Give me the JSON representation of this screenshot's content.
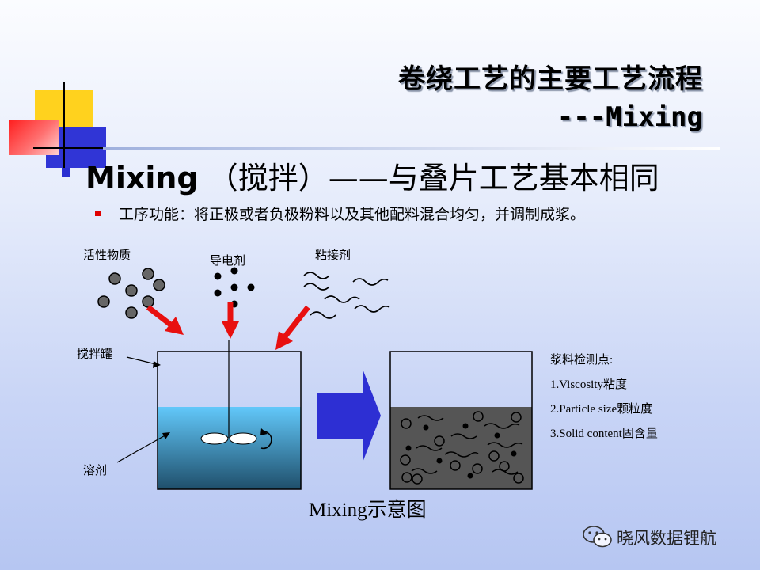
{
  "slide": {
    "title_line1": "卷绕工艺的主要工艺流程",
    "title_line2": "---Mixing",
    "heading_en": "Mixing",
    "heading_zh": "（搅拌）——与叠片工艺基本相同",
    "subpoint": "工序功能：将正极或者负极粉料以及其他配料混合均匀，并调制成浆。"
  },
  "diagram": {
    "label_active_material": "活性物质",
    "label_conductive_agent": "导电剂",
    "label_binder": "粘接剂",
    "label_tank": "搅拌罐",
    "label_solvent": "溶剂",
    "checks_title": "浆料检测点:",
    "checks": [
      "1.Viscosity粘度",
      "2.Particle size颗粒度",
      "3.Solid content固含量"
    ],
    "caption": "Mixing示意图"
  },
  "watermark": {
    "text": "晓风数据锂航"
  },
  "colors": {
    "arrow_red": "#e81010",
    "big_arrow_blue": "#2d2fd3",
    "solvent_top": "#62c8fa",
    "solvent_bottom": "#1f4f6b",
    "slurry": "#555555",
    "bullet_blue": "#2a2fd1",
    "bullet_red": "#e00000"
  }
}
